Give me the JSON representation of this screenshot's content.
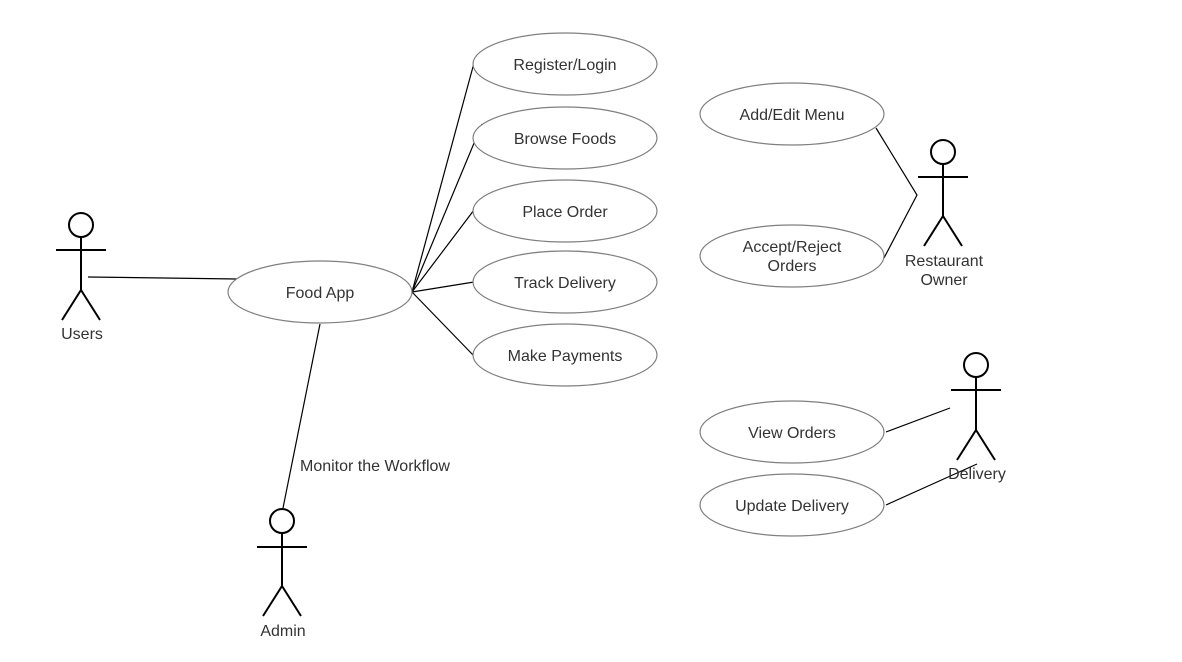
{
  "actors": {
    "users": "Users",
    "admin": "Admin",
    "restaurant_owner": [
      "Restaurant",
      "Owner"
    ],
    "delivery": "Delivery"
  },
  "use_cases": {
    "food_app": "Food App",
    "register_login": "Register/Login",
    "browse_foods": "Browse Foods",
    "place_order": "Place Order",
    "track_delivery": "Track Delivery",
    "make_payments": "Make Payments",
    "add_edit_menu": "Add/Edit Menu",
    "accept_reject_orders": [
      "Accept/Reject",
      "Orders"
    ],
    "view_orders": "View Orders",
    "update_delivery": "Update Delivery"
  },
  "edge_labels": {
    "monitor_workflow": "Monitor the Workflow"
  }
}
